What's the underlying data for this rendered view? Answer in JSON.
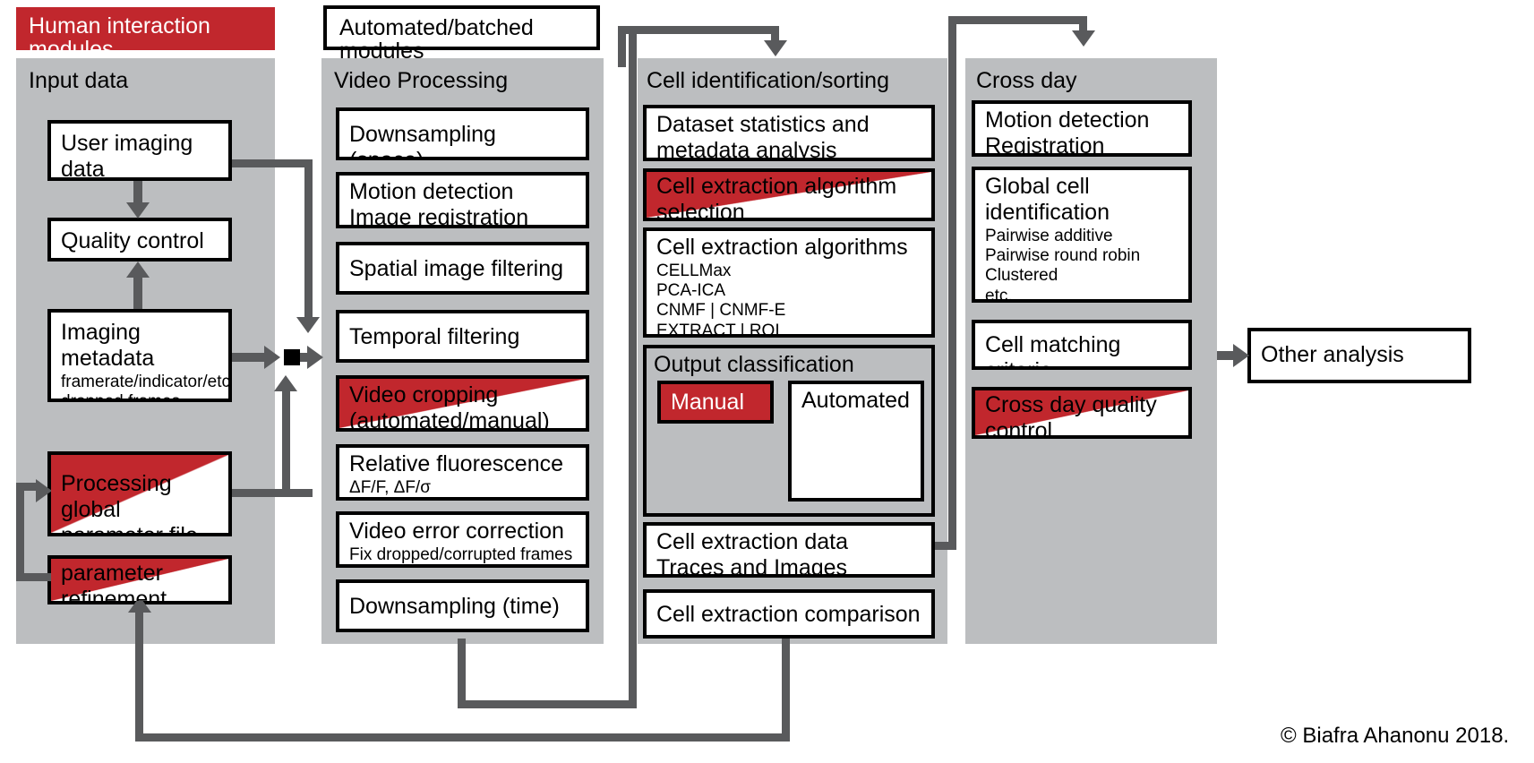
{
  "legend": {
    "human": "Human interaction modules",
    "automated": "Automated/batched modules"
  },
  "colors": {
    "human_red": "#c1272d",
    "panel_gray": "#bcbec0",
    "connector_gray": "#595a5c",
    "box_border": "#000000",
    "background": "#ffffff"
  },
  "columns": [
    {
      "id": "input-data",
      "title": "Input data",
      "nodes": [
        {
          "id": "user-imaging-data",
          "primary": "User imaging data\n(xyt or xyzt)",
          "secondary": "",
          "style": "white"
        },
        {
          "id": "quality-control",
          "primary": "Quality control",
          "secondary": "",
          "style": "white"
        },
        {
          "id": "imaging-metadata",
          "primary": "Imaging metadata",
          "secondary": "framerate/indicator/etc.\ndropped frames",
          "style": "white"
        },
        {
          "id": "processing-global-parameter-file",
          "primary": "Processing global\nparameter file",
          "secondary": "",
          "style": "red-diagonal"
        },
        {
          "id": "parameter-refinement",
          "primary": "parameter\nrefinement",
          "secondary": "",
          "style": "red-diagonal"
        }
      ]
    },
    {
      "id": "video-processing",
      "title": "Video Processing",
      "nodes": [
        {
          "id": "downsampling-space",
          "primary": "Downsampling  (space)",
          "secondary": "",
          "style": "white"
        },
        {
          "id": "motion-detection-image-registration",
          "primary": "Motion detection\nImage registration",
          "secondary": "",
          "style": "white"
        },
        {
          "id": "spatial-image-filtering",
          "primary": "Spatial image  filtering",
          "secondary": "",
          "style": "white"
        },
        {
          "id": "temporal-filtering",
          "primary": "Temporal filtering",
          "secondary": "",
          "style": "white"
        },
        {
          "id": "video-cropping",
          "primary": "Video cropping\n(automated/manual)",
          "secondary": "",
          "style": "red-diagonal"
        },
        {
          "id": "relative-fluorescence",
          "primary": "Relative fluorescence",
          "secondary": "ΔF/F, ΔF/σ",
          "style": "white"
        },
        {
          "id": "video-error-correction",
          "primary": "Video error correction",
          "secondary": "Fix dropped/corrupted frames",
          "style": "white"
        },
        {
          "id": "downsampling-time",
          "primary": "Downsampling  (time)",
          "secondary": "",
          "style": "white"
        }
      ]
    },
    {
      "id": "cell-identification-sorting",
      "title": "Cell identification/sorting",
      "nodes": [
        {
          "id": "dataset-statistics",
          "primary": "Dataset statistics and\nmetadata analysis",
          "secondary": "",
          "style": "white"
        },
        {
          "id": "cell-extraction-algorithm-selection",
          "primary": "Cell extraction algorithm\nselection",
          "secondary": "",
          "style": "red-diagonal"
        },
        {
          "id": "cell-extraction-algorithms",
          "primary": "Cell extraction algorithms",
          "secondary": "CELLMax\nPCA-ICA\nCNMF | CNMF-E\nEXTRACT | ROI",
          "style": "white"
        },
        {
          "id": "cell-extraction-data",
          "primary": "Cell extraction data\nTraces and Images",
          "secondary": "",
          "style": "white"
        },
        {
          "id": "cell-extraction-comparison",
          "primary": "Cell extraction comparison",
          "secondary": "",
          "style": "white"
        }
      ],
      "subgroup": {
        "id": "output-classification",
        "title": "Output classification",
        "nodes": [
          {
            "id": "manual",
            "primary": "Manual",
            "secondary": "",
            "style": "red-full"
          },
          {
            "id": "automated",
            "primary": "Automated",
            "secondary": "",
            "style": "white"
          }
        ]
      }
    },
    {
      "id": "cross-day",
      "title": "Cross day",
      "nodes": [
        {
          "id": "motion-detection-registration",
          "primary": "Motion detection\nRegistration",
          "secondary": "",
          "style": "white"
        },
        {
          "id": "global-cell-identification",
          "primary": "Global cell\nidentification",
          "secondary": "Pairwise additive\nPairwise round robin\nClustered\netc.",
          "style": "white"
        },
        {
          "id": "cell-matching-criteria",
          "primary": "Cell matching criteria",
          "secondary": "",
          "style": "white"
        },
        {
          "id": "cross-day-quality-control",
          "primary": "Cross day quality\ncontrol",
          "secondary": "",
          "style": "red-diagonal"
        }
      ]
    }
  ],
  "standalone": {
    "other_analysis": "Other analysis"
  },
  "footer": {
    "copyright": "© Biafra Ahanonu 2018."
  }
}
